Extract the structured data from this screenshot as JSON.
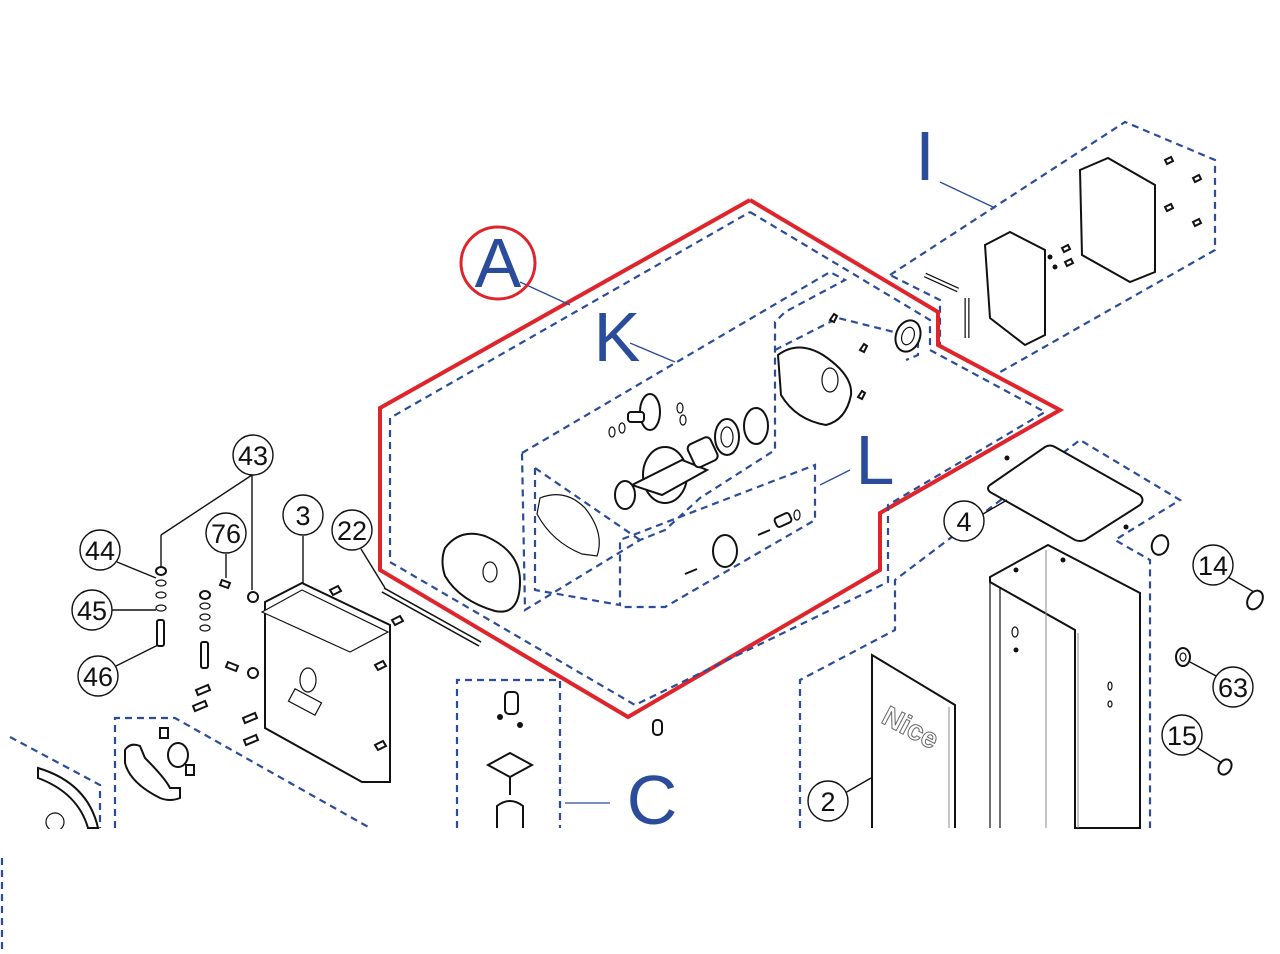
{
  "diagram": {
    "type": "exploded parts diagram",
    "brand_text": "Nice",
    "colors": {
      "group_outline": "#2a4c9a",
      "highlight": "#e0242b",
      "part_lines": "#111111"
    },
    "groups": [
      {
        "letter": "A",
        "highlighted": true
      },
      {
        "letter": "K",
        "highlighted": false
      },
      {
        "letter": "L",
        "highlighted": false
      },
      {
        "letter": "I",
        "highlighted": false
      },
      {
        "letter": "C",
        "highlighted": false
      }
    ],
    "callouts": [
      "43",
      "44",
      "45",
      "46",
      "76",
      "3",
      "22",
      "4",
      "14",
      "63",
      "15",
      "2"
    ]
  }
}
